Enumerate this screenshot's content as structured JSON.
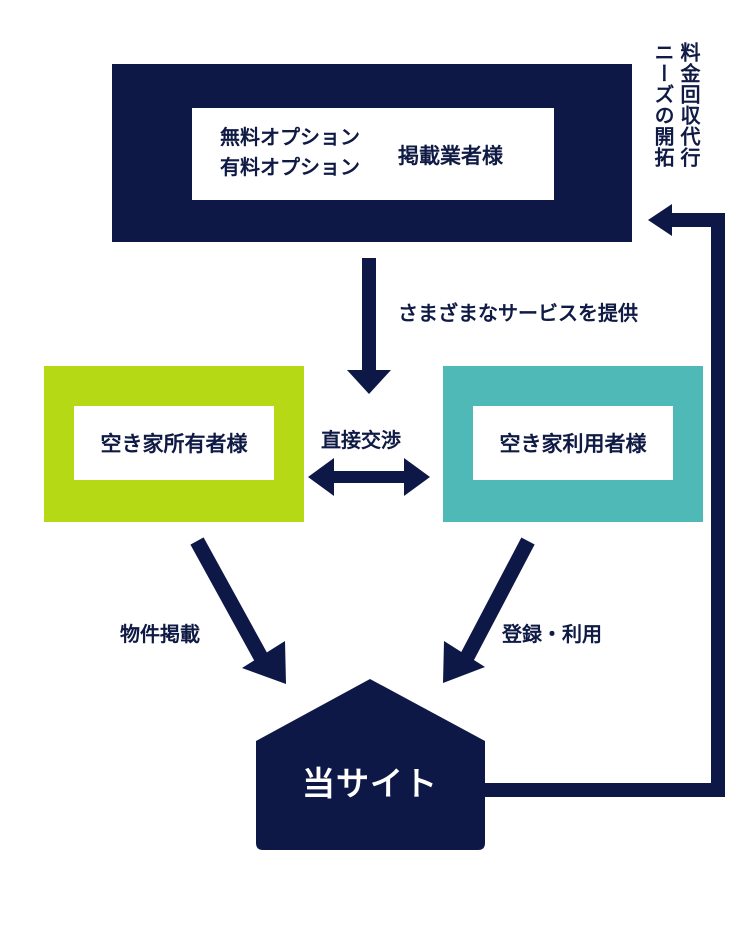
{
  "top_box": {
    "option_free": "無料オプション",
    "option_paid": "有料オプション",
    "label": "掲載業者様"
  },
  "left_box": {
    "label": "空き家所有者様"
  },
  "right_box": {
    "label": "空き家利用者様"
  },
  "site": {
    "label": "当サイト"
  },
  "arrows": {
    "provide_services": "さまざまなサービスを提供",
    "direct_negotiation": "直接交渉",
    "property_listing": "物件掲載",
    "register_use": "登録・利用"
  },
  "side_text": {
    "line1": "料金回収代行",
    "line2": "ニーズの開拓"
  }
}
